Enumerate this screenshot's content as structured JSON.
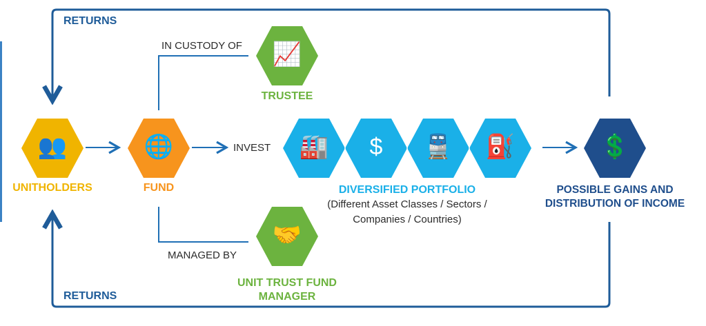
{
  "flows": {
    "returns_top": "RETURNS",
    "returns_bottom": "RETURNS",
    "in_custody_of": "IN CUSTODY OF",
    "managed_by": "MANAGED BY",
    "invest": "INVEST"
  },
  "nodes": {
    "unitholders": {
      "label": "UNITHOLDERS",
      "color": "#f0b400",
      "icon": "people-group-icon"
    },
    "fund": {
      "label": "FUND",
      "color": "#f7941d",
      "icon": "network-globe-icon"
    },
    "trustee": {
      "label": "TRUSTEE",
      "color": "#6cb33f",
      "icon": "telescope-growth-icon"
    },
    "manager": {
      "label_line1": "UNIT TRUST FUND",
      "label_line2": "MANAGER",
      "color": "#6cb33f",
      "icon": "handshake-globe-icon"
    },
    "portfolio": {
      "label": "DIVERSIFIED PORTFOLIO",
      "sub_line1": "(Different Asset Classes / Sectors /",
      "sub_line2": "Companies / Countries)",
      "color": "#1ab0e8",
      "icons": [
        "factory-icon",
        "globe-dollar-icon",
        "train-icon",
        "oil-pump-icon"
      ]
    },
    "gains": {
      "label_line1": "POSSIBLE GAINS AND",
      "label_line2": "DISTRIBUTION OF INCOME",
      "color": "#1f4e8c",
      "icon": "hand-dollar-icon"
    }
  },
  "colors": {
    "line": "#1f5c99",
    "arrow": "#1f6fb5"
  }
}
